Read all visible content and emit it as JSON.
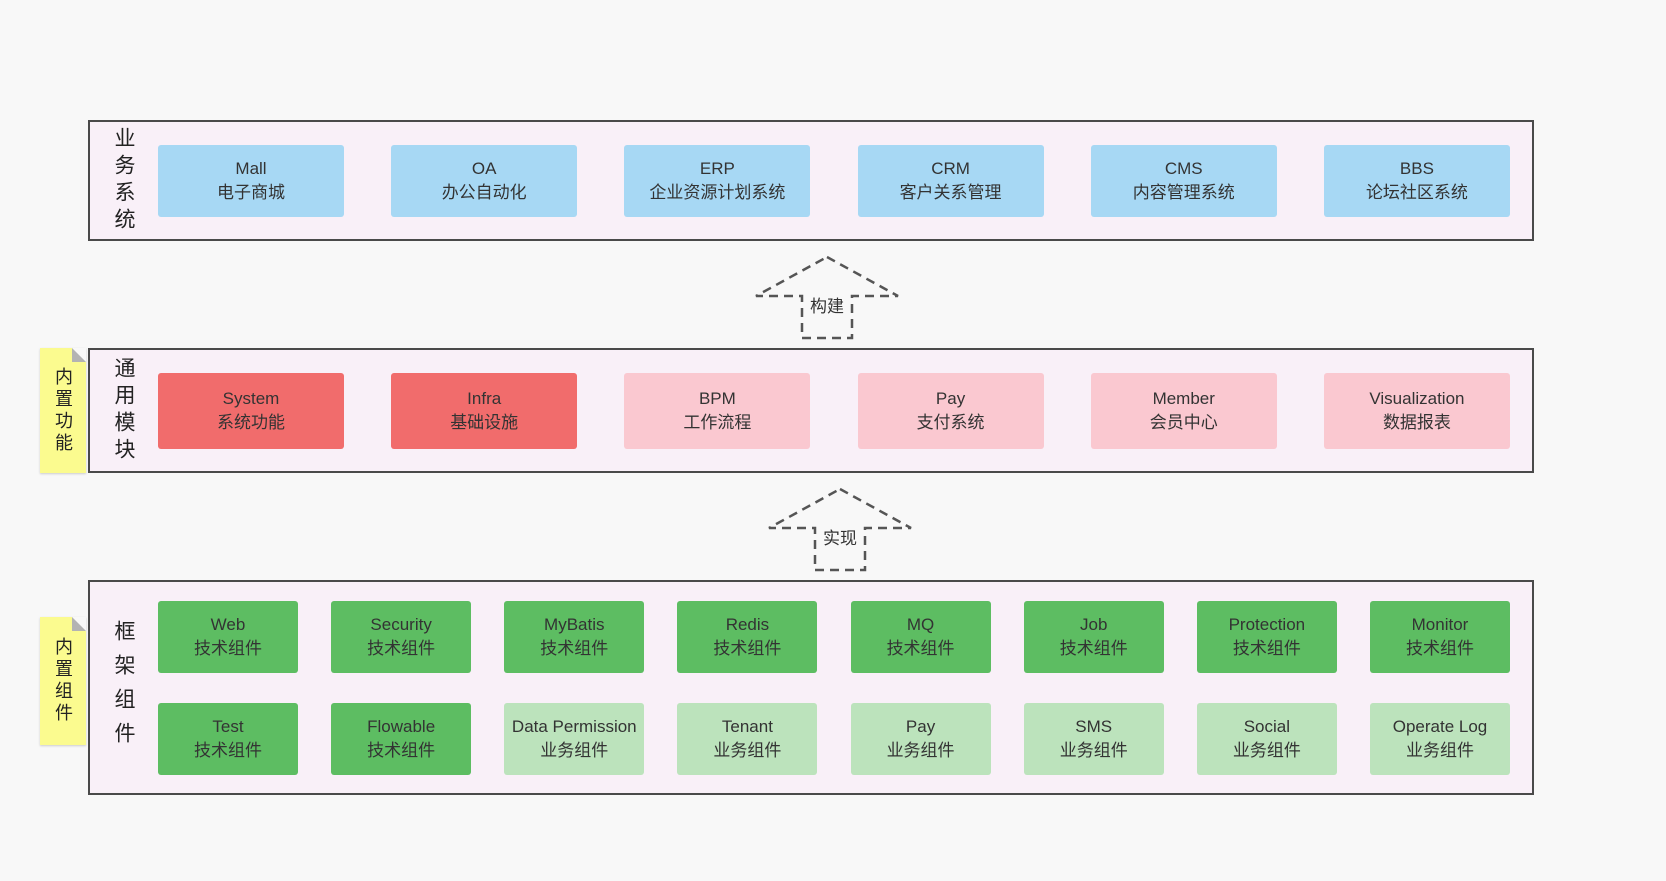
{
  "colors": {
    "page-bg": "#f8f8f8",
    "panel-bg": "#f9f0f8",
    "panel-border": "#4a4a4a",
    "blue": "#a7d8f4",
    "red": "#f16c6c",
    "pink": "#fac8d0",
    "green": "#5dbd62",
    "light-green": "#bce3bc",
    "sticky": "#fbfb8f",
    "text": "#333333"
  },
  "business": {
    "layer_label": "业务系统",
    "boxes": [
      {
        "title": "Mall",
        "subtitle": "电子商城",
        "variant": "blue"
      },
      {
        "title": "OA",
        "subtitle": "办公自动化",
        "variant": "blue"
      },
      {
        "title": "ERP",
        "subtitle": "企业资源计划系统",
        "variant": "blue"
      },
      {
        "title": "CRM",
        "subtitle": "客户关系管理",
        "variant": "blue"
      },
      {
        "title": "CMS",
        "subtitle": "内容管理系统",
        "variant": "blue"
      },
      {
        "title": "BBS",
        "subtitle": "论坛社区系统",
        "variant": "blue"
      }
    ]
  },
  "arrows": {
    "build": {
      "label": "构建"
    },
    "implement": {
      "label": "实现"
    }
  },
  "modules": {
    "sticky_label": "内置功能",
    "layer_label": "通用模块",
    "boxes": [
      {
        "title": "System",
        "subtitle": "系统功能",
        "variant": "red"
      },
      {
        "title": "Infra",
        "subtitle": "基础设施",
        "variant": "red"
      },
      {
        "title": "BPM",
        "subtitle": "工作流程",
        "variant": "pink"
      },
      {
        "title": "Pay",
        "subtitle": "支付系统",
        "variant": "pink"
      },
      {
        "title": "Member",
        "subtitle": "会员中心",
        "variant": "pink"
      },
      {
        "title": "Visualization",
        "subtitle": "数据报表",
        "variant": "pink"
      }
    ]
  },
  "components": {
    "sticky_label": "内置组件",
    "layer_label": "框架组件",
    "row1": [
      {
        "title": "Web",
        "subtitle": "技术组件",
        "variant": "green"
      },
      {
        "title": "Security",
        "subtitle": "技术组件",
        "variant": "green"
      },
      {
        "title": "MyBatis",
        "subtitle": "技术组件",
        "variant": "green"
      },
      {
        "title": "Redis",
        "subtitle": "技术组件",
        "variant": "green"
      },
      {
        "title": "MQ",
        "subtitle": "技术组件",
        "variant": "green"
      },
      {
        "title": "Job",
        "subtitle": "技术组件",
        "variant": "green"
      },
      {
        "title": "Protection",
        "subtitle": "技术组件",
        "variant": "green"
      },
      {
        "title": "Monitor",
        "subtitle": "技术组件",
        "variant": "green"
      }
    ],
    "row2": [
      {
        "title": "Test",
        "subtitle": "技术组件",
        "variant": "green"
      },
      {
        "title": "Flowable",
        "subtitle": "技术组件",
        "variant": "green"
      },
      {
        "title": "Data Permission",
        "subtitle": "业务组件",
        "variant": "light-green"
      },
      {
        "title": "Tenant",
        "subtitle": "业务组件",
        "variant": "light-green"
      },
      {
        "title": "Pay",
        "subtitle": "业务组件",
        "variant": "light-green"
      },
      {
        "title": "SMS",
        "subtitle": "业务组件",
        "variant": "light-green"
      },
      {
        "title": "Social",
        "subtitle": "业务组件",
        "variant": "light-green"
      },
      {
        "title": "Operate Log",
        "subtitle": "业务组件",
        "variant": "light-green"
      }
    ]
  }
}
